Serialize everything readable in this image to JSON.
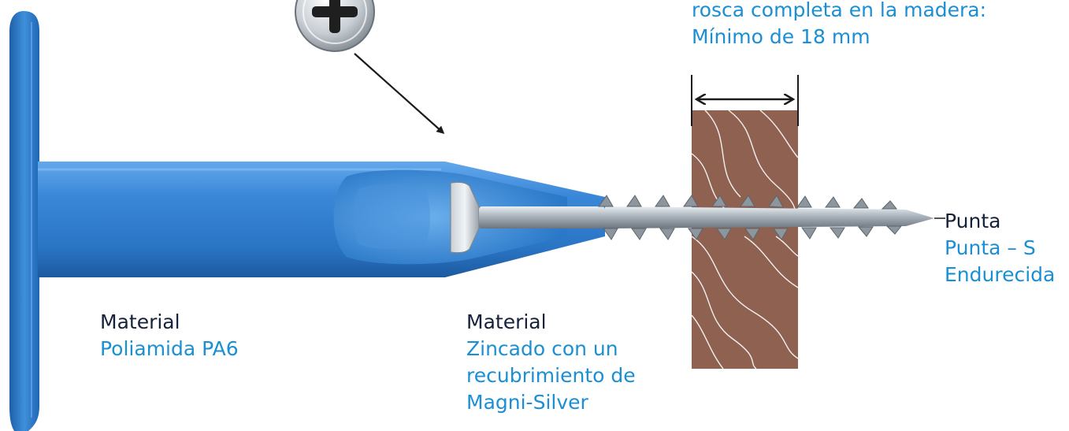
{
  "colors": {
    "plastic_blue": "#2f7fcc",
    "label_dark": "#16213a",
    "label_blue": "#1a8fd4",
    "wood": "#8e6151"
  },
  "icons": {
    "drive": "phillips-drive-icon"
  },
  "wood_thread": {
    "lines": [
      "rosca completa en la madera:",
      "Mínimo de 18 mm"
    ]
  },
  "tip": {
    "heading": "Punta",
    "values": [
      "Punta – S",
      "Endurecida"
    ]
  },
  "screw_material": {
    "heading": "Material",
    "values": [
      "Zincado con un",
      "recubrimiento de",
      "Magni-Silver"
    ]
  },
  "sleeve_material": {
    "heading": "Material",
    "values": [
      "Poliamida PA6"
    ]
  }
}
